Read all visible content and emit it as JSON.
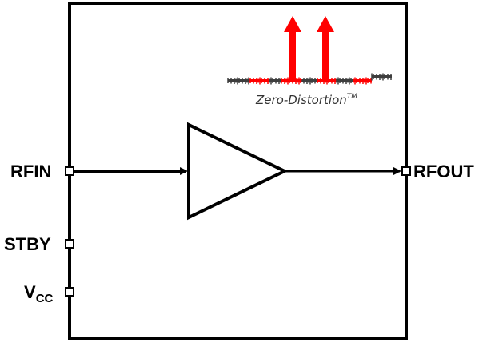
{
  "diagram": {
    "pins": {
      "rfin": "RFIN",
      "stby": "STBY",
      "vcc_main": "V",
      "vcc_sub": "CC",
      "rfout": "RFOUT"
    },
    "spectrum_caption": "Zero-Distortion",
    "spectrum_caption_tm": "TM"
  },
  "colors": {
    "signal": "#ff0000",
    "noise": "#3f3f3f",
    "outline": "#000000"
  }
}
